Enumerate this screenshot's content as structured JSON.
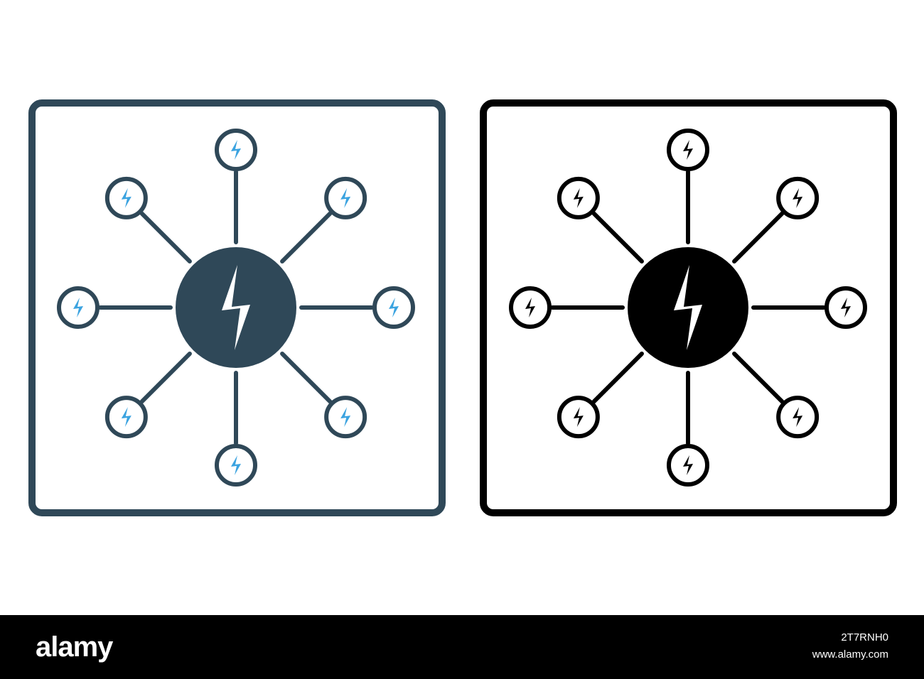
{
  "icons": [
    {
      "variant": "glyph-two-tone",
      "frame_color": "#2f4858",
      "hub_color": "#2f4858",
      "line_color": "#2f4858",
      "node_stroke_color": "#2f4858",
      "node_bolt_color": "#3ba3e0",
      "node_count": 8,
      "icon_name": "power-distribution-network-icon"
    },
    {
      "variant": "outline",
      "frame_color": "#000000",
      "hub_color": "#000000",
      "line_color": "#000000",
      "node_stroke_color": "#000000",
      "node_bolt_color": "#000000",
      "node_count": 8,
      "icon_name": "power-distribution-network-icon"
    }
  ],
  "footer": {
    "brand": "alamy",
    "image_id": "2T7RNH0",
    "url": "www.alamy.com",
    "background": "#000000",
    "text_color": "#ffffff"
  }
}
